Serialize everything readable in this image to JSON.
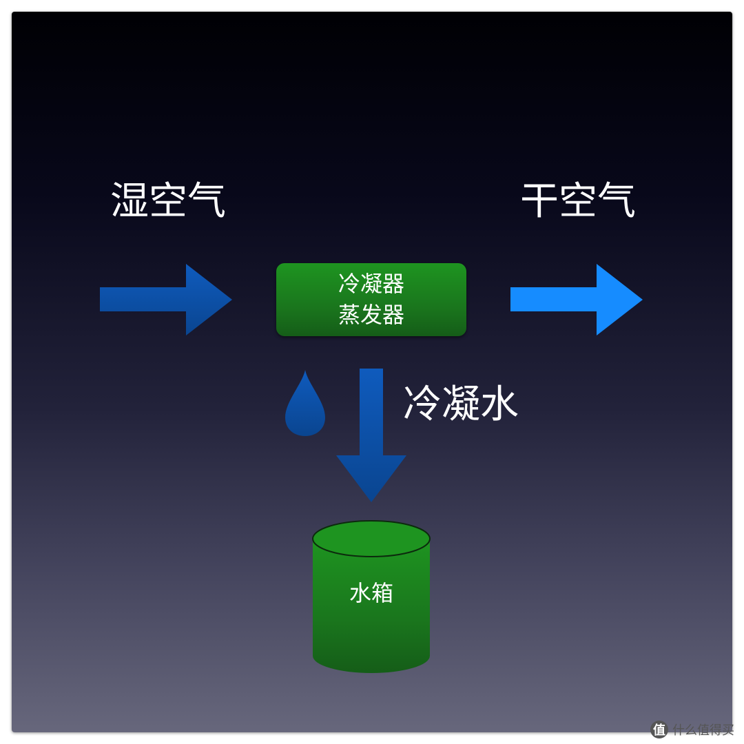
{
  "diagram": {
    "wet_air_label": "湿空气",
    "dry_air_label": "干空气",
    "device_lines": [
      "冷凝器",
      "蒸发器"
    ],
    "condensate_label": "冷凝水",
    "tank_label": "水箱"
  },
  "watermark": {
    "icon_char": "值",
    "text": "什么值得买"
  },
  "colors": {
    "arrow_dark_blue": "#0c4ea6",
    "arrow_bright_blue": "#168cff",
    "device_green": "#1e8c20",
    "tank_green": "#1e8c20"
  }
}
